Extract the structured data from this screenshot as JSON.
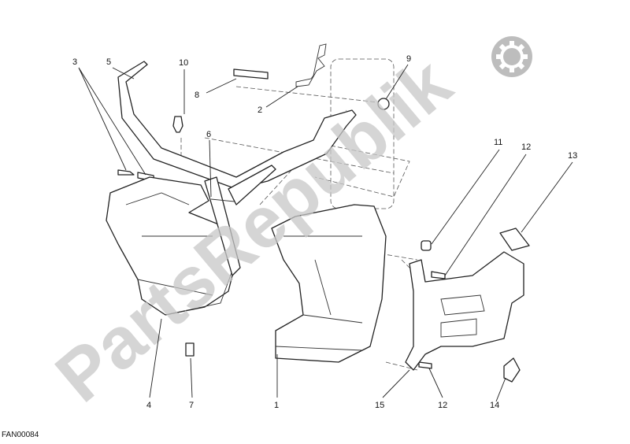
{
  "diagram": {
    "code": "FAN00084",
    "watermark": "PartsRepublik",
    "icons": {
      "logo": "gear-icon"
    },
    "colors": {
      "lines": "#222222",
      "watermark": "#c8c8c8"
    },
    "callouts": [
      "3",
      "5",
      "10",
      "8",
      "2",
      "9",
      "6",
      "11",
      "12",
      "13",
      "4",
      "7",
      "1",
      "15",
      "12",
      "14"
    ]
  }
}
